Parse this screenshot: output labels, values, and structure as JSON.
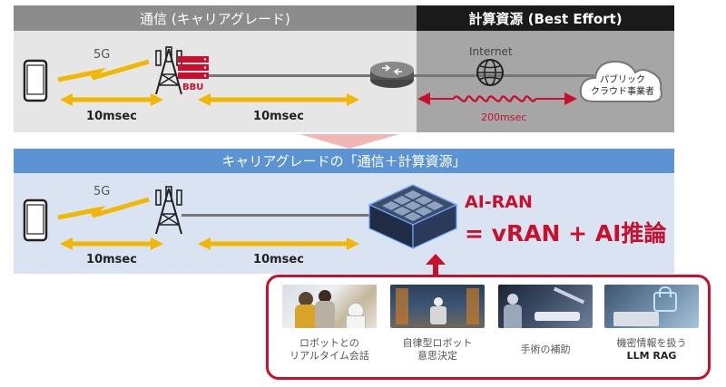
{
  "top": {
    "left_header": "通信 (キャリアグレード)",
    "right_header": "計算資源 (Best Effort)",
    "g5": "5G",
    "bbu": "BBU",
    "latency_left": "10msec",
    "latency_mid": "10msec",
    "internet": "Internet",
    "latency_internet": "200msec",
    "cloud_line1": "パブリック",
    "cloud_line2": "クラウド事業者"
  },
  "bottom": {
    "header": "キャリアグレードの「通信＋計算資源」",
    "g5": "5G",
    "latency_left": "10msec",
    "latency_mid": "10msec",
    "airan_title": "AI-RAN",
    "airan_formula": "= vRAN + AI推論"
  },
  "use_cases": [
    {
      "line1": "ロボットとの",
      "line2": "リアルタイム会話",
      "icon": "robot-conversation-photo"
    },
    {
      "line1": "自律型ロボット",
      "line2": "意思決定",
      "icon": "warehouse-robot-photo"
    },
    {
      "line1": "手術の補助",
      "line2": "",
      "icon": "surgery-photo"
    },
    {
      "line1": "機密情報を扱う",
      "line2": "LLM RAG",
      "icon": "secure-llm-photo"
    }
  ],
  "colors": {
    "top_bg": "#e6e6e6",
    "header_gray": "#8c8c8c",
    "header_dark": "#1a1a1a",
    "best_effort_bg": "#a6a6a6",
    "bottom_header_blue": "#5b93d3",
    "bottom_bg": "#dae3f1",
    "accent_red": "#c8102e",
    "arrow_yellow": "#f2b705"
  }
}
